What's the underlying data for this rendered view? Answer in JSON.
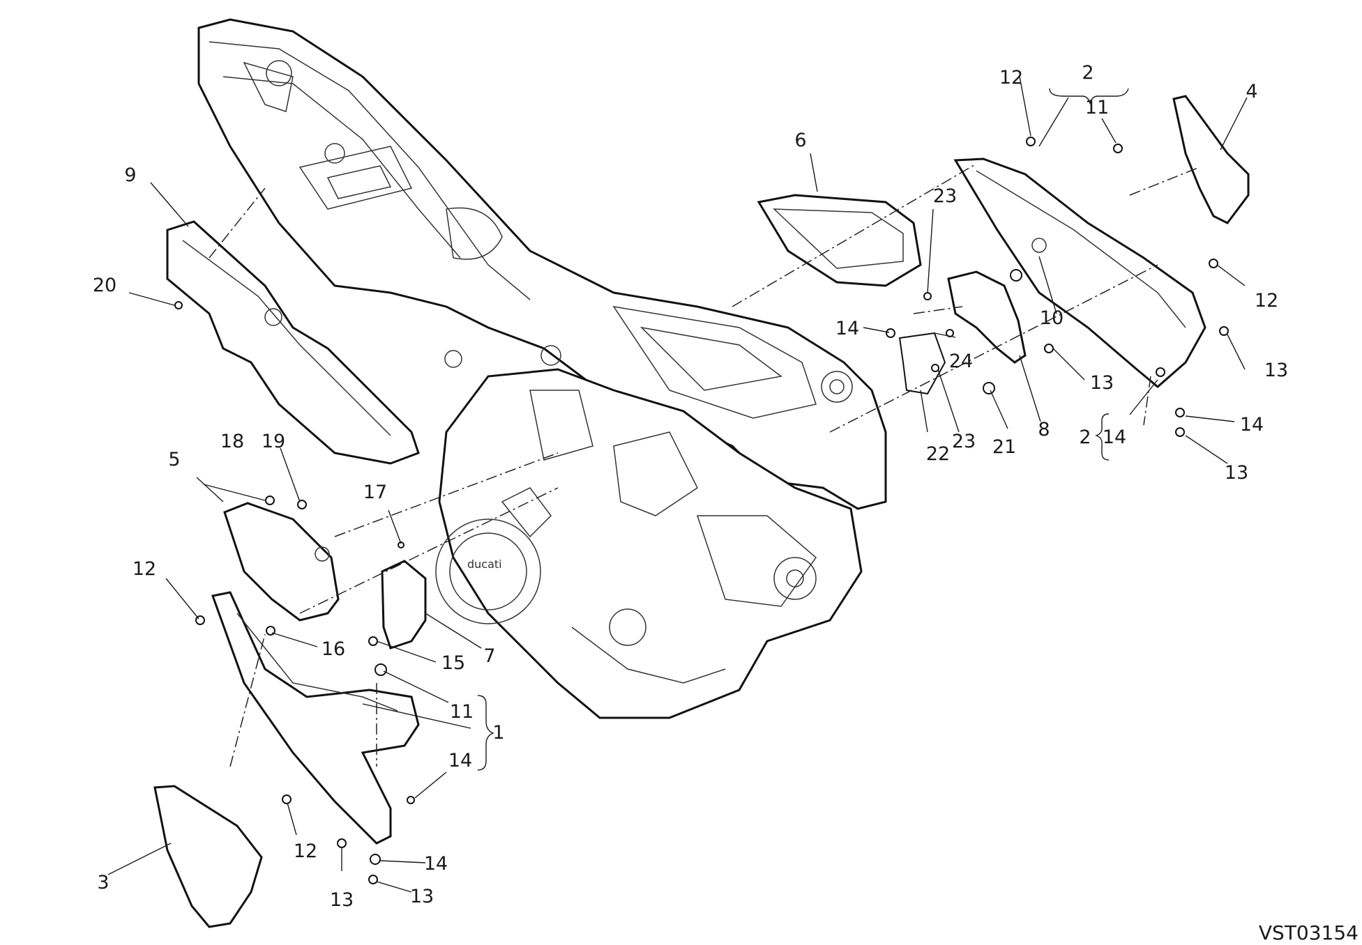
{
  "drawing_code": "VST03154",
  "callouts": [
    {
      "id": "c-1",
      "text": "1"
    },
    {
      "id": "c-2-top",
      "text": "2"
    },
    {
      "id": "c-2-right",
      "text": "2"
    },
    {
      "id": "c-3",
      "text": "3"
    },
    {
      "id": "c-4",
      "text": "4"
    },
    {
      "id": "c-5",
      "text": "5"
    },
    {
      "id": "c-6",
      "text": "6"
    },
    {
      "id": "c-7",
      "text": "7"
    },
    {
      "id": "c-8",
      "text": "8"
    },
    {
      "id": "c-9",
      "text": "9"
    },
    {
      "id": "c-10",
      "text": "10"
    },
    {
      "id": "c-11-top",
      "text": "11"
    },
    {
      "id": "c-11-left",
      "text": "11"
    },
    {
      "id": "c-12-top",
      "text": "12"
    },
    {
      "id": "c-12-right",
      "text": "12"
    },
    {
      "id": "c-12-left",
      "text": "12"
    },
    {
      "id": "c-12-bottom",
      "text": "12"
    },
    {
      "id": "c-13-mid",
      "text": "13"
    },
    {
      "id": "c-13-right",
      "text": "13"
    },
    {
      "id": "c-13-right-low",
      "text": "13"
    },
    {
      "id": "c-13-bottom-a",
      "text": "13"
    },
    {
      "id": "c-13-bottom-b",
      "text": "13"
    },
    {
      "id": "c-14-mid",
      "text": "14"
    },
    {
      "id": "c-14-right",
      "text": "14"
    },
    {
      "id": "c-14-right-b",
      "text": "14"
    },
    {
      "id": "c-14-left",
      "text": "14"
    },
    {
      "id": "c-14-bottom",
      "text": "14"
    },
    {
      "id": "c-15",
      "text": "15"
    },
    {
      "id": "c-16",
      "text": "16"
    },
    {
      "id": "c-17",
      "text": "17"
    },
    {
      "id": "c-18",
      "text": "18"
    },
    {
      "id": "c-19",
      "text": "19"
    },
    {
      "id": "c-20",
      "text": "20"
    },
    {
      "id": "c-21",
      "text": "21"
    },
    {
      "id": "c-22",
      "text": "22"
    },
    {
      "id": "c-23-top",
      "text": "23"
    },
    {
      "id": "c-23-mid",
      "text": "23"
    },
    {
      "id": "c-24",
      "text": "24"
    }
  ]
}
